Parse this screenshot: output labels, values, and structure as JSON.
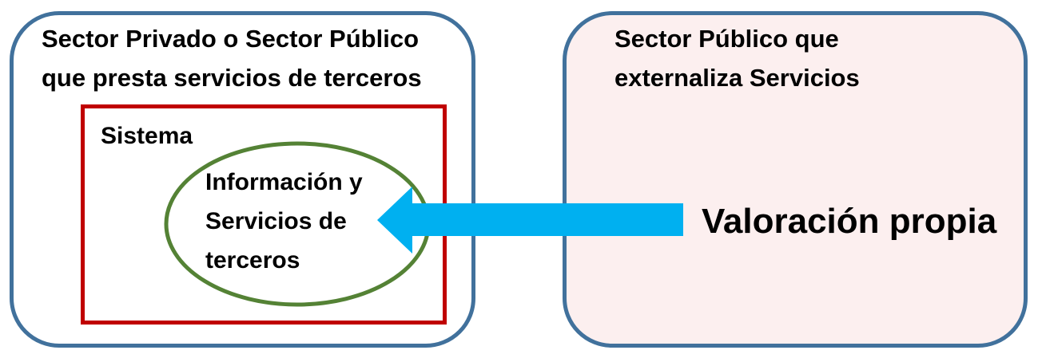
{
  "left_box": {
    "heading": "Sector Privado o Sector Público\nque presta servicios de terceros"
  },
  "system": {
    "label": "Sistema"
  },
  "info": {
    "label": "Información y\nServicios de\nterceros"
  },
  "right_box": {
    "heading": "Sector Público que\nexternaliza Servicios"
  },
  "valoracion": {
    "label": "Valoración propia"
  },
  "colors": {
    "outer_border": "#41719c",
    "right_fill": "#fcefef",
    "system_border": "#c00000",
    "ellipse_border": "#548235",
    "arrow_fill": "#00b0f0"
  }
}
